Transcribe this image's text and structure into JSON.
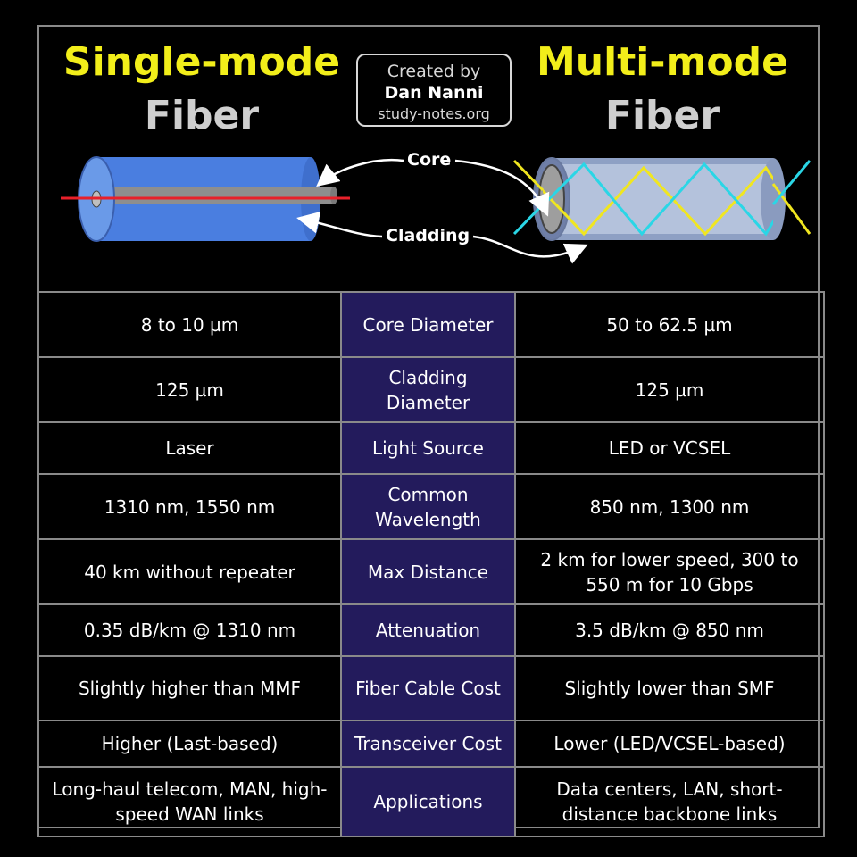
{
  "header": {
    "single_line1": "Single-mode",
    "single_line2": "Fiber",
    "multi_line1": "Multi-mode",
    "multi_line2": "Fiber"
  },
  "credit": {
    "line1": "Created by",
    "line2": "Dan Nanni",
    "line3": "study-notes.org"
  },
  "labels": {
    "core": "Core",
    "cladding": "Cladding"
  },
  "colors": {
    "title_yellow": "#f2ee1a",
    "title_gray": "#cfcfcf",
    "smf_cladding": "#4a7ee0",
    "mmf_cladding": "#b4c2dc",
    "laser_red": "#e8202a",
    "ray_yellow": "#f0e620",
    "ray_cyan": "#2ad6e6",
    "row_label_bg": "#231b5c"
  },
  "rows": [
    {
      "single": "8 to 10 µm",
      "label": "Core Diameter",
      "multi": "50 to 62.5 µm"
    },
    {
      "single": "125 µm",
      "label": "Cladding Diameter",
      "multi": "125 µm"
    },
    {
      "single": "Laser",
      "label": "Light Source",
      "multi": "LED or VCSEL"
    },
    {
      "single": "1310 nm, 1550 nm",
      "label": "Common Wavelength",
      "multi": "850 nm, 1300 nm"
    },
    {
      "single": "40 km without repeater",
      "label": "Max Distance",
      "multi": "2 km for lower speed, 300 to 550 m for 10 Gbps"
    },
    {
      "single": "0.35 dB/km @ 1310 nm",
      "label": "Attenuation",
      "multi": "3.5 dB/km @ 850 nm"
    },
    {
      "single": "Slightly higher than MMF",
      "label": "Fiber Cable Cost",
      "multi": "Slightly lower than SMF"
    },
    {
      "single": "Higher (Last-based)",
      "label": "Transceiver Cost",
      "multi": "Lower (LED/VCSEL-based)"
    },
    {
      "single": "Long-haul telecom, MAN, high-speed WAN links",
      "label": "Applications",
      "multi": "Data centers, LAN, short-distance backbone links"
    }
  ]
}
